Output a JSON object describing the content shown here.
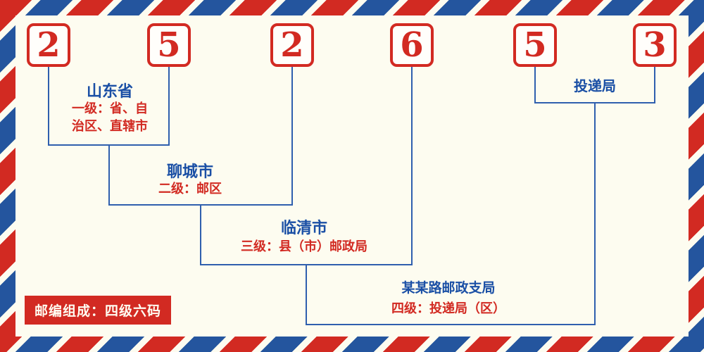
{
  "colors": {
    "red": "#d22a22",
    "blue": "#1a4fa5",
    "line_blue": "#2f5fae",
    "blue_stripe": "#24559e",
    "background": "#fdfcf0"
  },
  "postal_code": {
    "digits": [
      "2",
      "5",
      "2",
      "6",
      "5",
      "3"
    ]
  },
  "levels": [
    {
      "name": "山东省",
      "desc": "一级：省、自\n治区、直辖市"
    },
    {
      "name": "聊城市",
      "desc": "二级：邮区"
    },
    {
      "name": "临清市",
      "desc": "三级：县（市）邮政局"
    },
    {
      "name": "某某路邮政支局",
      "desc": "四级：投递局（区）"
    },
    {
      "name": "投递局",
      "desc": ""
    }
  ],
  "footer": {
    "badge": "邮编组成：四级六码"
  }
}
